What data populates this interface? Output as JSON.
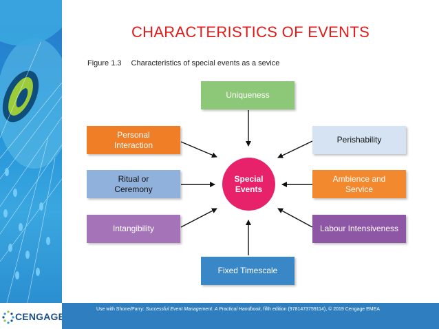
{
  "slide": {
    "title": "CHARACTERISTICS OF EVENTS",
    "figure_number": "Figure 1.3",
    "figure_caption": "Characteristics of special events as a sevice"
  },
  "diagram": {
    "center": "Special\nEvents",
    "nodes": {
      "uniqueness": "Uniqueness",
      "personal_interaction": "Personal\nInteraction",
      "ritual": "Ritual or\nCeremony",
      "intangibility": "Intangibility",
      "fixed_timescale": "Fixed Timescale",
      "perishability": "Perishability",
      "ambience": "Ambience and\nService",
      "labour": "Labour Intensiveness"
    },
    "colors": {
      "uniqueness": "#8dc878",
      "personal_interaction": "#f07e26",
      "ritual": "#8fb1db",
      "intangibility": "#a574b8",
      "fixed_timescale": "#3a87c8",
      "perishability": "#d6e3f2",
      "ambience": "#f2892e",
      "labour": "#8e57a5",
      "center": "#e8226a"
    }
  },
  "footer": {
    "prefix": "Use with Shone/Parry: ",
    "book_title": "Successful Event Management. A Practical Handbook",
    "suffix": ", fifth edition (9781473759114), © 2019 Cengage EMEA",
    "brand": "CENGAGE"
  }
}
